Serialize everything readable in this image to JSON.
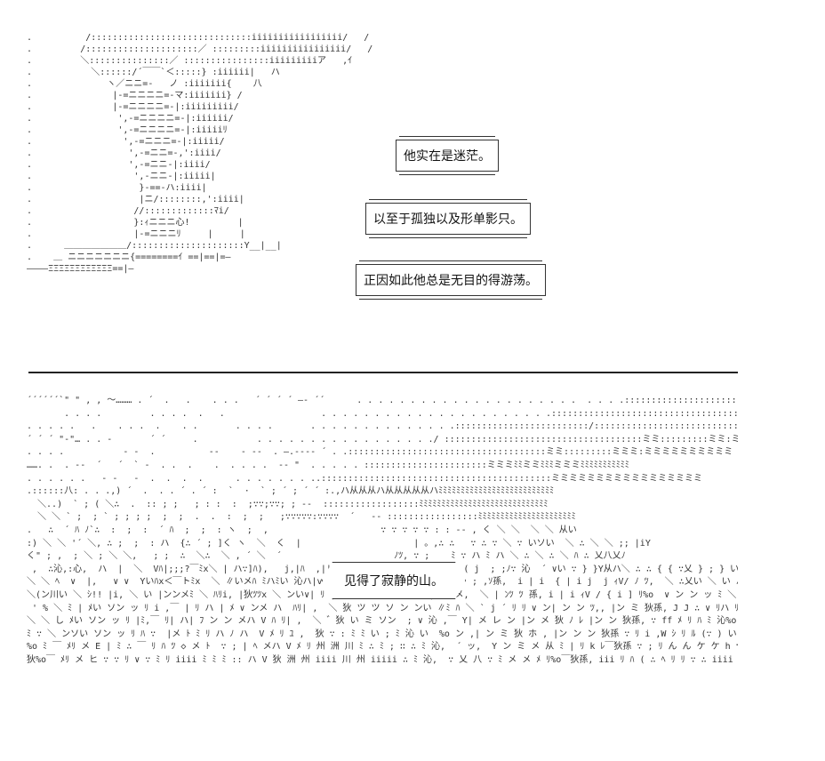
{
  "art": {
    "tornado_lines": [
      ".          /::::::::::::::::::::::::::::::iiiiiiiiiiiiiiiii/   /",
      ".         /:::::::::::::::::::::／ :::::::::iiiiiiiiiiiiiiii/   /",
      ".         ＼:::::::::::::::／ ::::::::::::::::iiiiiiiiiア   ,ｲ",
      ".           ＼::::::/´￣￣`＜:::::} :iiiiii|   ハ",
      ".              ヽ／ニニ=-   ノ :iiiiiii{    八",
      ".               |-=ニニニニ=-マ:iiiiiii} /",
      ".               |-=ニニニニ=-|:iiiiiiiii/",
      ".                ',-=ニニニニ=-|:iiiiii/",
      ".                ',-=ニニニニ=-|:iiiiiﾘ",
      ".                 ',-=ニニニ=-|:iiiii/",
      ".                  ',-=ニニ=-,':iiii/",
      ".                  ',-=ニニ-|:iiii/",
      ".                   ',-ニニ-|:iiiii|",
      ".                    }-==-ハ:iiii|",
      ".                    |ニ/::::::::,':iiii|",
      ".                   //:::::::::::::ﾏi/",
      ".                   }:ｨニニニ心!         |",
      ".                   |-=ニニニﾘ     |     |",
      ".      ＿＿＿＿＿＿＿/:::::::::::::::::::::Y__|__|",
      ".    ＿ ニニニニニニニ{========ｲ ==|==|=―",
      "――――ΞΞΞΞΞΞΞΞΞΞΞΞ==|―"
    ],
    "landscape_lines": [
      "´´´´´´`\" \" , , ～……… . ´  .   .    . . .   ´ ´ ´ ´ ―‐ ´´      . . . . . . . . . . . . . . . . . . . . .  . . . .::::::::::::::::::::::::::::::::::::::::::::__    ,,   \"´ ´ ` ‐ –",
      "       . . . .         . . . .  .   .                  . . . . . . . . . . . . . . . . . . . . . .:::::::::::::::::::::::::::::::::::::::::::::::::::::::::::::::: ,  ~,,´´ ``‐‐‐‐‐‐‐‐´‐´‐",
      ". . . . .   .    . . .  .    . .       . . . .       . . . . . . . . . . . . . .:::::::::::::::::::::::::/::::::::::::::::::::::::::::::::ミ:::::::::::::::::::::::::::ｘｘ:::::::::",
      "´ ´ ´ \"‐\"… . . ‐       ´ ´     .           . . . . . . . . . . . . . . . . ./ :::::::::::::::::::::::::::::::::::::ミミ:::::::::ミミ:ミミミ:ミミｘｘｘｘｘｘ",
      ". . . .           ‐ ‐  .          ‐‐    ‐ ‐‐  . ―.‐‐‐‐ ´ . .:::::::::::::::::::::::::::::::::::::ミミ:::::::::ミミミ:ミミミミミミミミミミ",
      "……. .  . ‐‐  ´   ´  ` ‐  . .  .    .  . . . .  ‐‐ \"  . . . . . :::::::::::::::::::::::ミミミﾐﾐミミﾐﾐﾐミミミﾐﾐﾐﾐﾐﾐﾐﾐﾐﾐﾐ",
      ". . . . . .   ‐ ‐   ‐  .  .  .  .      . . . . . . . ..:::::::::::::::::::::::::::::::::::::::::::ミミミミミミミミミミミミミミミミミ",
      ".::::::八: . . .,) ´  .  . . ´ . ´ :  `  ·  ` ; ´ ; ´ ´ :.,ハ从从从ハ从从从从从ハﾐﾐﾐﾐﾐﾐﾐﾐﾐﾐﾐﾐﾐﾐﾐﾐﾐﾐﾐﾐﾐﾐﾐﾐﾐﾐ",
      "  ＼..)  ` ; ( ＼∴  .  :: ; ;   ; : :  :  ;∵∵;∵∵; ; ‐‐  ::::::::::::::::::ﾐﾐﾐﾐﾐﾐﾐﾐﾐﾐﾐﾐﾐﾐﾐﾐﾐﾐﾐﾐﾐﾐﾐﾐﾐﾐﾐﾐﾐ",
      "  ＼ ＼ ` ;  ; ` ; ; ; ;  ;  ;  .  .  :  ;  ;   ;∵∵∵∵∵:∵∵∵∵  ´   ‐‐ :::::::::::::::::ﾐﾐﾐﾐﾐﾐﾐﾐﾐﾐﾐﾐﾐﾐﾐﾐﾐﾐﾐﾐﾐﾐ",
      ".   ∴  ´ ﾊ ﾉ`∴  :  ;  :  ´ ﾊ  ;  ;  : ヽ  ;  ,                     ∵ ∵ ∵ ∵ ∵ : : ‐‐ , く ＼ ＼  ＼ ＼ 从い",
      ":) ＼ ＼ '´ ＼, ∴ ;  ;  : ハ  {∴ ´ ; ]く ヽ  ＼  く  |                     | 。,∴ ∴   ∵ ∴ ∵ ＼ ∵ いソい  ＼ ∴ ＼ ＼ ;; |iY",
      "く\" ; ,  ; ＼ ; ＼ ＼,   ; ;  ∴  ＼∴  ＼ , ´ ＼  ´                     ﾉﾂ, ∵ ;    ﾐ ∵ ハ ﾐ ハ ＼ ∴ ＼ ∴ ＼ ﾊ ∴ 乂八乂ﾉ",
      " ,  ∴沁,:心,  ハ  |  ＼  Vﾊ|;;;?￣ﾐx＼ | ハ∵]ﾊ),   j,|ﾊ  ,|| ,   |, ∴ ∴ ; j∴ ´ |  ＼ ( j  ; ;ﾉ∵ 沁  ´ ∨い ∵ } }Y从ハ＼ ∴ ∴ { { ∵乂 } ; } い",
      "＼ ＼ ﾍ  ∨  |,   ∨ ∨  Yいﾊx＜￣トﾐx  ＼ ∥いメﾊ ﾐハﾐい 沁ハ|vv´  ;  ,   ハ  ;  ツ八 ;  ;  ; ,ｿ孫,  i | i  { | i j  j ｨV/ ﾉ ﾂ,  ＼ ∴乂い ＼ い ハい",
      "＼(ン川い ＼ ｼ!! |i, ＼ い |ンンメﾐ ＼ ﾊﾘi, |狄ﾂﾂx ＼ ンい∨| ﾘ | ﾍ ｘい ∨/ ∨ ｘ ﾉ ﾘ| ﾉ∨ メ,  ＼ | ﾝﾂ ﾂ 孫, i | i ｨV / { i ] ﾘ%o  ∨ ン ン ッ ﾐ ＼ J  |ﾉハい ∵",
      " ' % ＼ ﾐ | ﾒい ソン ッ ﾘ i ,￣ | ﾘ ハ | ﾒ ∨ ンメ ハ  ﾊﾘ| ,  ＼ 狄 ツ ツ ソ ン ンい ∥ﾐ ﾊ ＼ ` j ´ ﾘ ﾘ ∨ ン| ン ン ﾂ,, |ン ミ 狄孫, J J ∴ ∨ ﾘハ ﾘ%o  い ン ` ャ く y J J し / ﾘ ハ ∨ |ﾘ",
      "＼ ＼ し ﾒい ソン ッ ﾘ |ﾐ,￣ ﾘ| ハ| ﾌ ン ン メハ V ﾊ ﾘ| ,  ＼ ゛狄 い ミ ソン  ; ∨ 沁 ,￣ Y| メ レ ン |ン メ 狄 ﾉ ﾚ |ン ン 狄孫, ∵ ff ﾒ ﾘ ﾊ ﾐ 沁%o い ン ゛ メ ﾘ |ﾙ J K ハ ソ ソ",
      "ﾐ ∵ ＼ ンソい ソン ッ ﾘ ﾊ ∵  |メ ﾄ ﾐ ﾘ ハ ﾉ ハ  V ﾒ ﾘ ﾕ ,  狄 ∵ : ﾐ ﾐ い ; ﾐ 沁 い  %o ン ,| ン ミ 狄 ホ , |ン ン ン 狄孫 ∵ ﾘ i ,W ｼ ﾘ ﾙ (∵ ) い ﾄ ン メ ﾘ !  ∴ い  %o ン ン",
      "%o ﾐ ￣ ﾒﾘ メ E | ﾐ ∴ ￣ ﾘ ﾊ ﾂ ◇ メ ﾄ  ∵ ; | ﾍ メハ V ﾒ ﾘ 州 洲 川 ﾐ ∴ ﾐ ; ∷ ∴ ﾐ 沁,  ´ ッ,  Y ン ミ メ 从 ﾐ | ﾘ k ﾚ￣狄孫 ∵ ; ﾘ ん ん ケ ケ h ∵ ハ い ; , ﾒﾘ ! ∵ ハ い ( ∵ ∴ ∴",
      "狄%o￣ ﾒﾘ メ ヒ ∵ ∵ ﾘ ∨ ∵ ﾐ ﾘ iiii ﾐ ﾐ ﾐ :: ハ V 狄 洲 州 iiii 川 州 iiiii ∴ ﾐ 沁,  ∵ 乂 八 ∵ ﾐ メ メ ﾒ ﾘ%o￣狄孫, iii ﾘ ﾊ ( ∴ ﾍ ﾘ ﾘ ∵ ∴ iiii ﾐ ﾒ ﾘ ﾘ V iiii い V iii"
    ]
  },
  "bubbles": {
    "line1": "他实在是迷茫。",
    "line2": "以至于孤独以及形单影只。",
    "line3": "正因如此他总是无目的得游荡。",
    "line4": "见得了寂静的山。"
  }
}
